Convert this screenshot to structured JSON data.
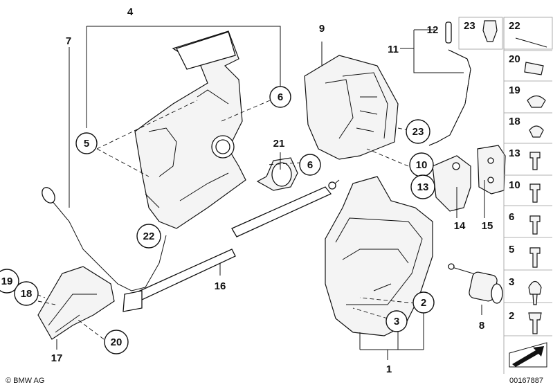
{
  "callouts": {
    "c1": "1",
    "c2": "2",
    "c3": "3",
    "c4": "4",
    "c5": "5",
    "c6a": "6",
    "c6b": "6",
    "c7": "7",
    "c8": "8",
    "c9": "9",
    "c10": "10",
    "c11": "11",
    "c12": "12",
    "c13": "13",
    "c14": "14",
    "c15": "15",
    "c16": "16",
    "c17": "17",
    "c18": "18",
    "c19": "19",
    "c20": "20",
    "c21": "21",
    "c22": "22",
    "c23": "23"
  },
  "side_panel": {
    "items": [
      "23",
      "22",
      "20",
      "19",
      "18",
      "13",
      "10",
      "6",
      "5",
      "3",
      "2"
    ]
  },
  "footer": {
    "copyright": "© BMW AG",
    "part_number": "00167887"
  }
}
